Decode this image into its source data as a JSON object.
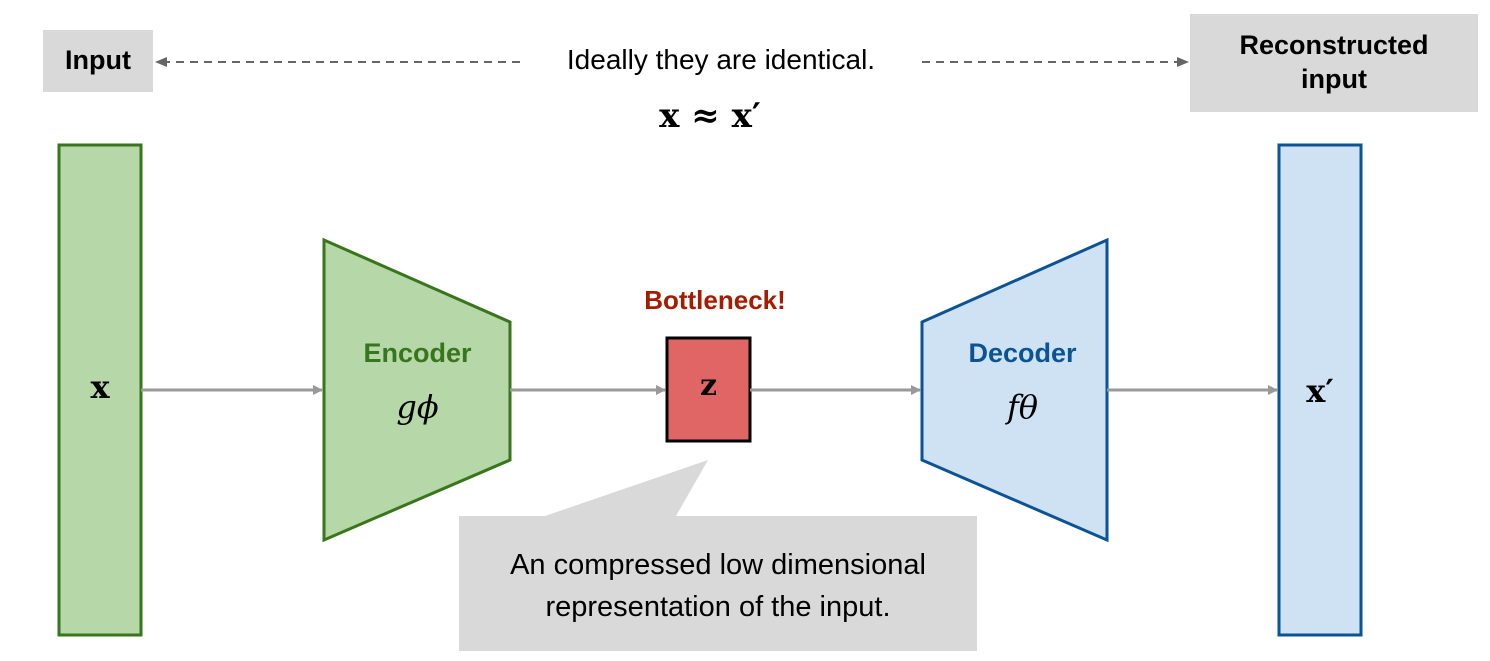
{
  "labels": {
    "input": "Input",
    "reconstructed": "Reconstructed input",
    "ideal_caption": "Ideally they are identical.",
    "equation": "x ≈ x′",
    "bottleneck": "Bottleneck!",
    "callout": "An compressed low dimensional representation of the input."
  },
  "nodes": {
    "x": "x",
    "encoder_name": "Encoder",
    "encoder_fn": "gϕ",
    "z": "z",
    "decoder_name": "Decoder",
    "decoder_fn": "fθ",
    "x_prime": "x′"
  },
  "colors": {
    "green_fill": "#b6d7a8",
    "green_stroke": "#38761d",
    "blue_fill": "#cfe2f3",
    "blue_stroke": "#0b5394",
    "red_fill": "#e06666",
    "bottleneck_text": "#a61c00",
    "arrow": "#999999",
    "gray_box": "#d9d9d9"
  }
}
